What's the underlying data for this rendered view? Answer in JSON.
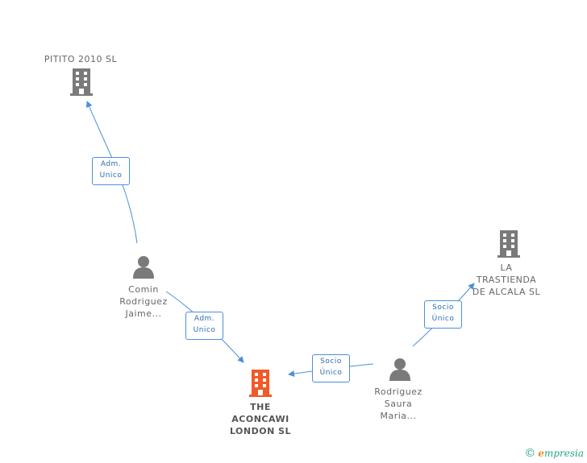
{
  "nodes": {
    "pitito": {
      "label": "PITITO 2010 SL",
      "type": "company"
    },
    "trastienda": {
      "label": "LA\nTRASTIENDA\nDE ALCALA SL",
      "type": "company"
    },
    "aconcawi": {
      "label": "THE\nACONCAWI\nLONDON SL",
      "type": "company",
      "highlight": true
    },
    "comin": {
      "label": "Comin\nRodriguez\nJaime...",
      "type": "person"
    },
    "rodriguez": {
      "label": "Rodriguez\nSaura\nMaria...",
      "type": "person"
    }
  },
  "edges": {
    "comin_pitito": {
      "label": "Adm.\nUnico"
    },
    "comin_aconcawi": {
      "label": "Adm.\nUnico"
    },
    "rodriguez_aconcawi": {
      "label": "Socio\nÚnico"
    },
    "rodriguez_trastienda": {
      "label": "Socio\nÚnico"
    }
  },
  "colors": {
    "edge": "#4a90d9",
    "company_icon": "#7a7a7a",
    "highlight_icon": "#f05a28",
    "person_icon": "#7a7a7a"
  },
  "brand": {
    "copyright": "©",
    "name_initial": "e",
    "name_rest": "mpresia"
  }
}
